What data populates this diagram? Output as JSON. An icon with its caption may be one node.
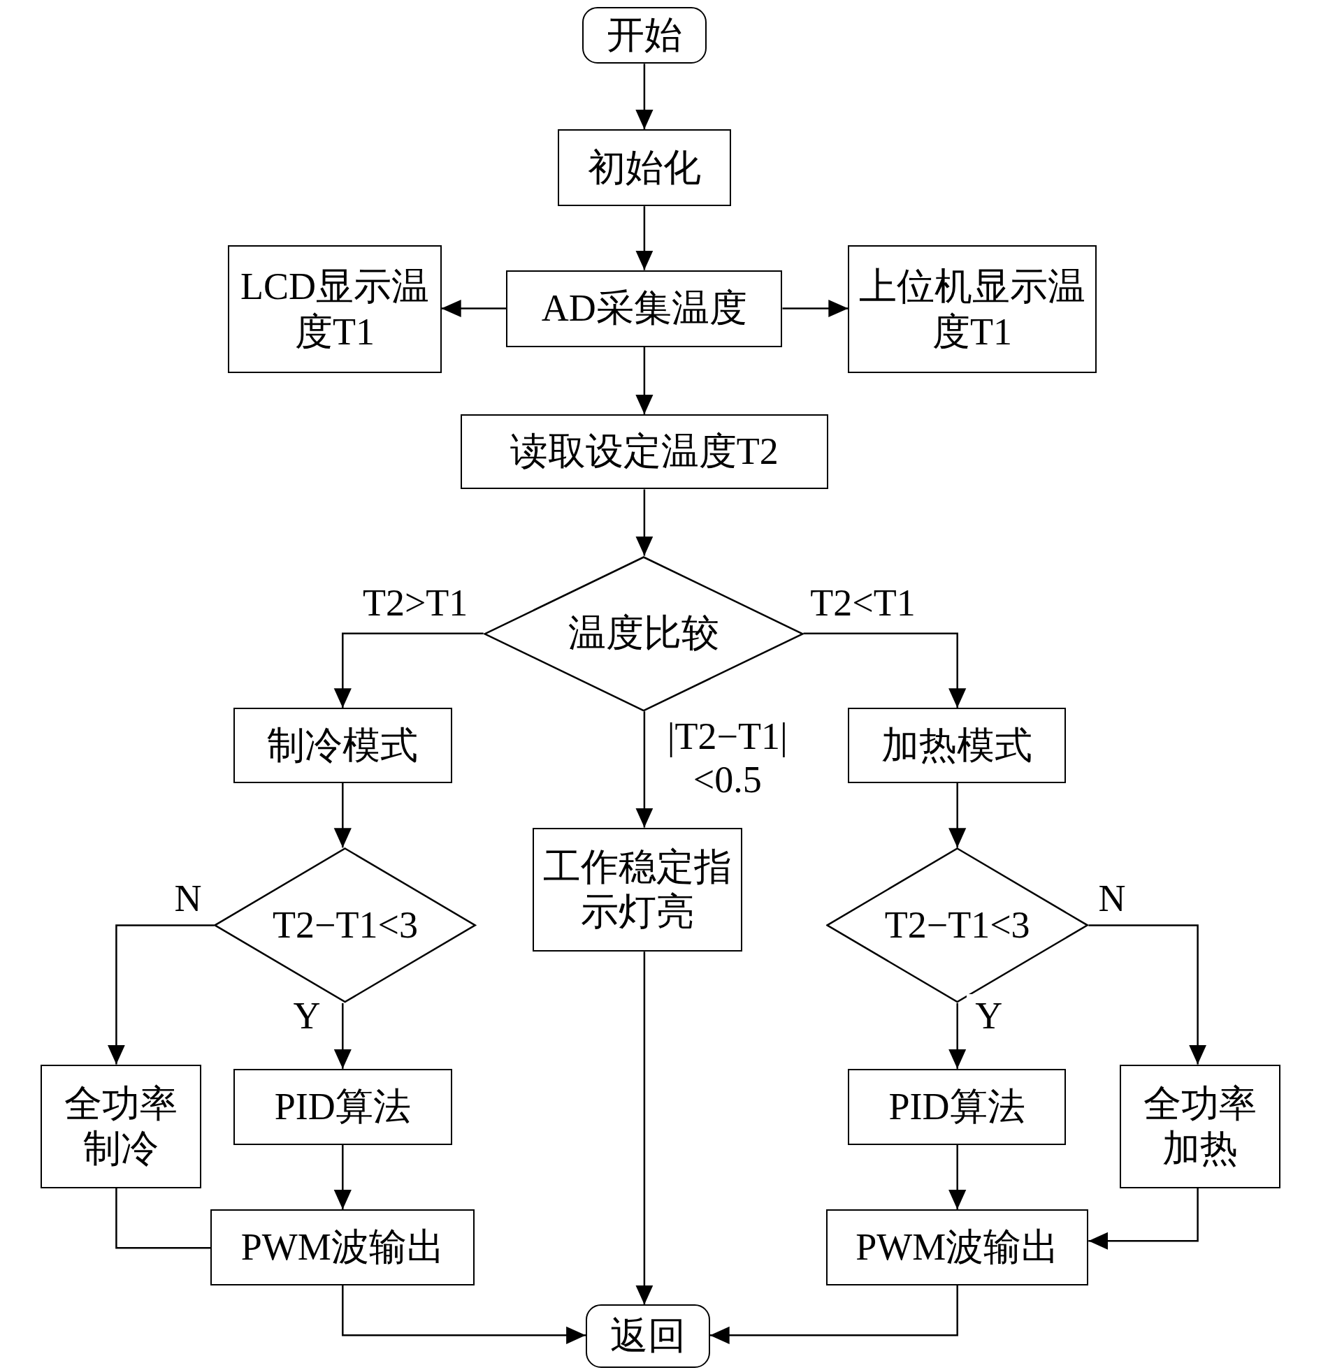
{
  "diagram": {
    "nodes": [
      {
        "text": [
          "开始"
        ]
      },
      {
        "text": [
          "初始化"
        ]
      },
      {
        "text": [
          "LCD显示温度T1"
        ]
      },
      {
        "text": [
          "AD采集温度"
        ]
      },
      {
        "text": [
          "上位机显示温度T1"
        ]
      },
      {
        "text": [
          "读取设定温度T2"
        ]
      },
      {
        "text": [
          "温度比较"
        ]
      },
      {
        "text": [
          "制冷模式"
        ]
      },
      {
        "text": [
          "加热模式"
        ]
      },
      {
        "text": [
          "工作稳定指示灯亮"
        ]
      },
      {
        "text": [
          "T2−T1<3"
        ]
      },
      {
        "text": [
          "T2−T1<3"
        ]
      },
      {
        "text": [
          "全功率制冷"
        ]
      },
      {
        "text": [
          "PID算法"
        ]
      },
      {
        "text": [
          "PID算法"
        ]
      },
      {
        "text": [
          "全功率加热"
        ]
      },
      {
        "text": [
          "PWM波输出"
        ]
      },
      {
        "text": [
          "PWM波输出"
        ]
      },
      {
        "text": [
          "返回"
        ]
      }
    ],
    "edges": [
      {
        "from": 0,
        "to": 1,
        "arrow": "to"
      },
      {
        "from": 1,
        "to": 3,
        "arrow": "to"
      },
      {
        "from": 3,
        "to": 2,
        "arrow": "to"
      },
      {
        "from": 3,
        "to": 4,
        "arrow": "to"
      },
      {
        "from": 3,
        "to": 5,
        "arrow": "to"
      },
      {
        "from": 5,
        "to": 6,
        "arrow": "to"
      },
      {
        "from": 6,
        "to": 7,
        "arrow": "to",
        "label": "T2>T1"
      },
      {
        "from": 6,
        "to": 8,
        "arrow": "to",
        "label": "T2<T1"
      },
      {
        "from": 6,
        "to": 9,
        "arrow": "to",
        "label": "|T2−T1| <0.5"
      },
      {
        "from": 7,
        "to": 10,
        "arrow": "to"
      },
      {
        "from": 8,
        "to": 11,
        "arrow": "to"
      },
      {
        "from": 10,
        "to": 12,
        "arrow": "to",
        "label": "N"
      },
      {
        "from": 10,
        "to": 13,
        "arrow": "to",
        "label": "Y"
      },
      {
        "from": 11,
        "to": 15,
        "arrow": "to",
        "label": "N"
      },
      {
        "from": 11,
        "to": 14,
        "arrow": "to",
        "label": "Y"
      },
      {
        "from": 13,
        "to": 16,
        "arrow": "to"
      },
      {
        "from": 14,
        "to": 17,
        "arrow": "to"
      },
      {
        "from": 12,
        "to": 16,
        "arrow": "none"
      },
      {
        "from": 15,
        "to": 17,
        "arrow": "to"
      },
      {
        "from": 9,
        "to": 18,
        "arrow": "to"
      },
      {
        "from": 16,
        "to": 18,
        "arrow": "to"
      },
      {
        "from": 17,
        "to": 18,
        "arrow": "to"
      }
    ]
  }
}
